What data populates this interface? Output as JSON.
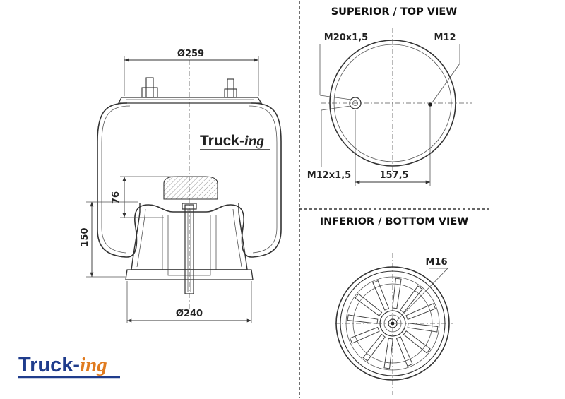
{
  "views": {
    "top_header": "SUPERIOR / TOP VIEW",
    "bottom_header": "INFERIOR / BOTTOM VIEW"
  },
  "dimensions": {
    "top_diameter": "Ø259",
    "bottom_diameter": "Ø240",
    "height_piston": "76",
    "height_total": "150",
    "thread_large": "M20x1,5",
    "thread_small_top": "M12",
    "thread_small_left": "M12x1,5",
    "bolt_spacing": "157,5",
    "bottom_thread": "M16"
  },
  "brand": {
    "name_main": "Truck-",
    "name_suffix": "ing",
    "primary_color": "#1f3c8c",
    "accent_color": "#e07b1f"
  }
}
